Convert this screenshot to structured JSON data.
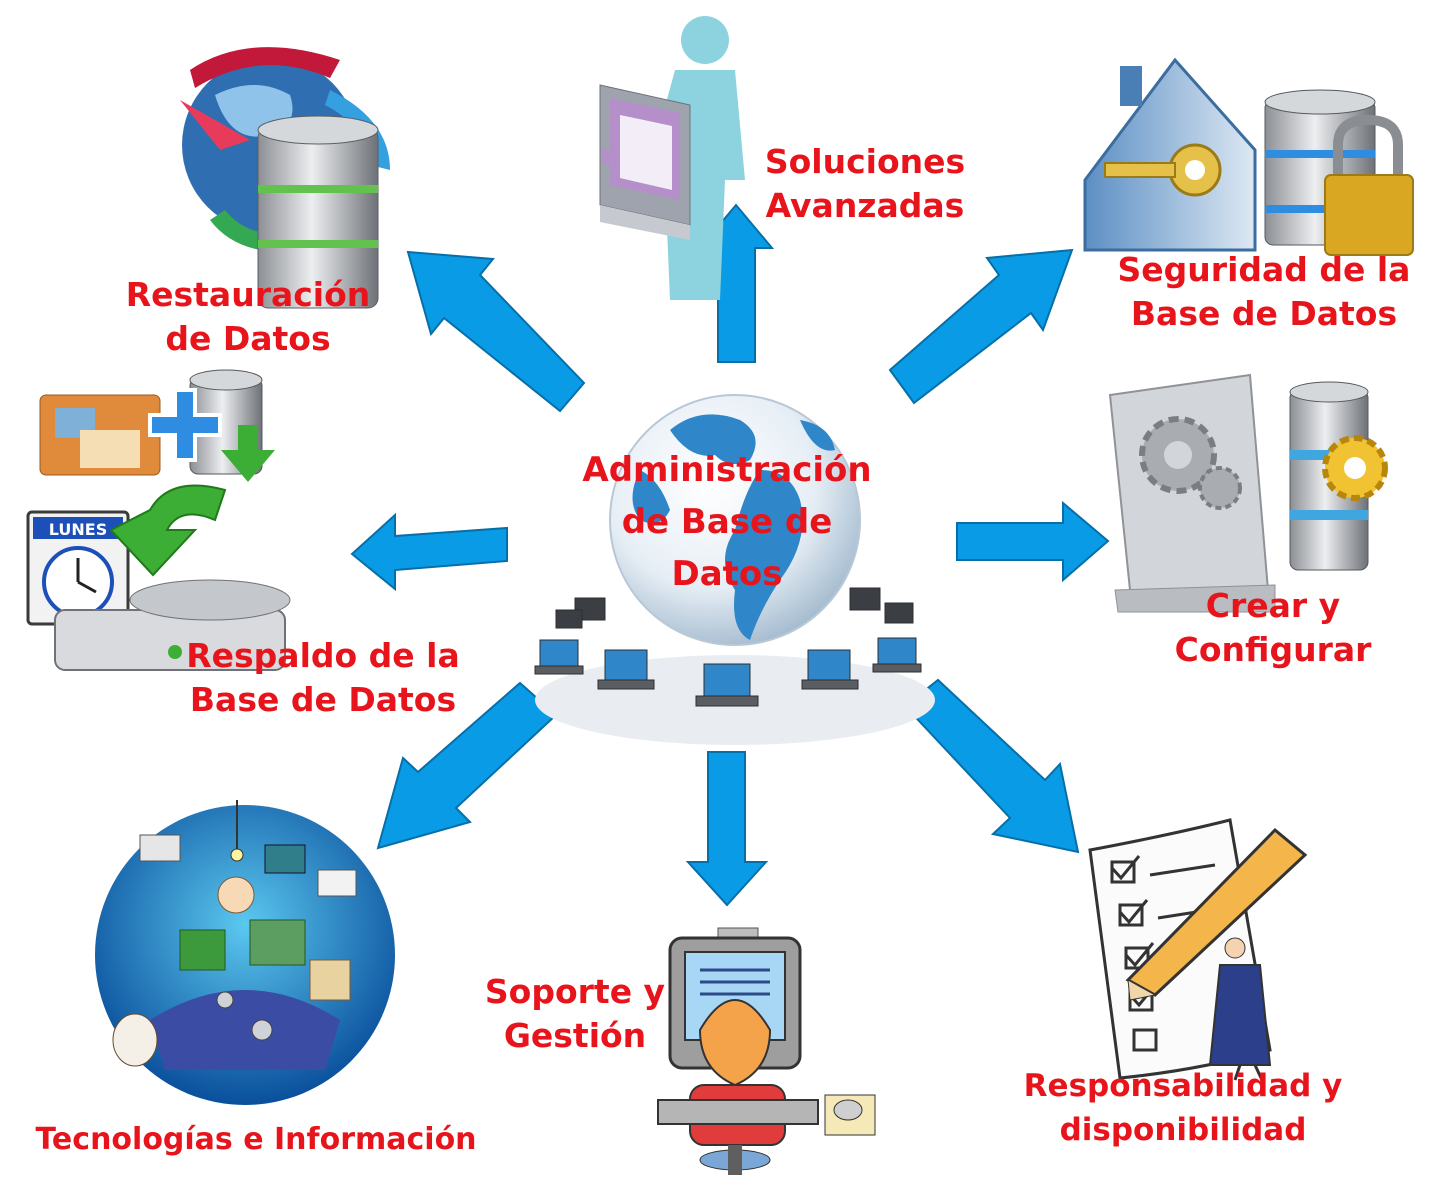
{
  "center": {
    "title_lines": [
      "Administración",
      "de Base de",
      "Datos"
    ]
  },
  "nodes": {
    "soluciones": {
      "lines": [
        "Soluciones",
        "Avanzadas"
      ]
    },
    "seguridad": {
      "lines": [
        "Seguridad de la",
        "Base de Datos"
      ]
    },
    "restauracion": {
      "lines": [
        "Restauración",
        "de Datos"
      ]
    },
    "respaldo": {
      "lines": [
        "Respaldo de la",
        "Base de Datos"
      ],
      "calendar_label": "LUNES"
    },
    "crear": {
      "lines": [
        "Crear y",
        "Configurar"
      ]
    },
    "tecnologias": {
      "lines": [
        "Tecnologías e Información"
      ]
    },
    "soporte": {
      "lines": [
        "Soporte y",
        "Gestión"
      ]
    },
    "responsabilidad": {
      "lines": [
        "Responsabilidad y",
        "disponibilidad"
      ]
    }
  },
  "colors": {
    "arrow": "#0a9be6",
    "label": "#e8141c",
    "globe": "#2f86c8"
  }
}
